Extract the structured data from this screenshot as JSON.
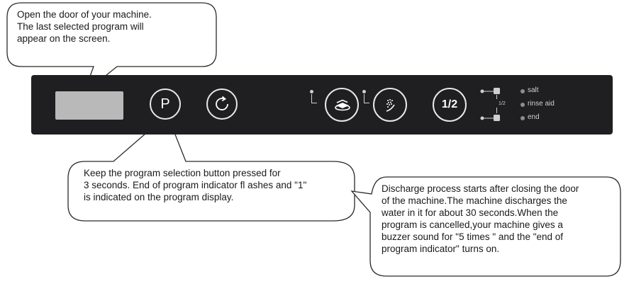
{
  "callouts": [
    {
      "text": "Open the door of your machine.\nThe last selected program will\nappear on the screen."
    },
    {
      "text": "Keep the program selection button pressed for\n3 seconds. End of program indicator fl ashes and \"1\"\nis indicated on the program display."
    },
    {
      "text": "Discharge process starts after closing the door\nof the machine.The machine discharges the\nwater in it for about 30 seconds.When the\nprogram is cancelled,your machine gives a\nbuzzer sound for \"5 times \" and the \"end of\nprogram indicator\" turns on."
    }
  ],
  "panel": {
    "program_button_label": "P",
    "half_button_label": "1/2",
    "half_selector_label": "1/2",
    "indicators": [
      {
        "label": "salt"
      },
      {
        "label": "rinse aid"
      },
      {
        "label": "end"
      }
    ]
  },
  "icons": {
    "program": "program-letter-icon",
    "start": "refresh-icon",
    "eco": "dishes-stack-icon",
    "halfload": "spray-icon"
  },
  "colors": {
    "panel": "#1f1f21",
    "display": "#b9b9b9",
    "button_ring": "#e8e8e8",
    "indicator_dot": "#8d8d8d"
  }
}
